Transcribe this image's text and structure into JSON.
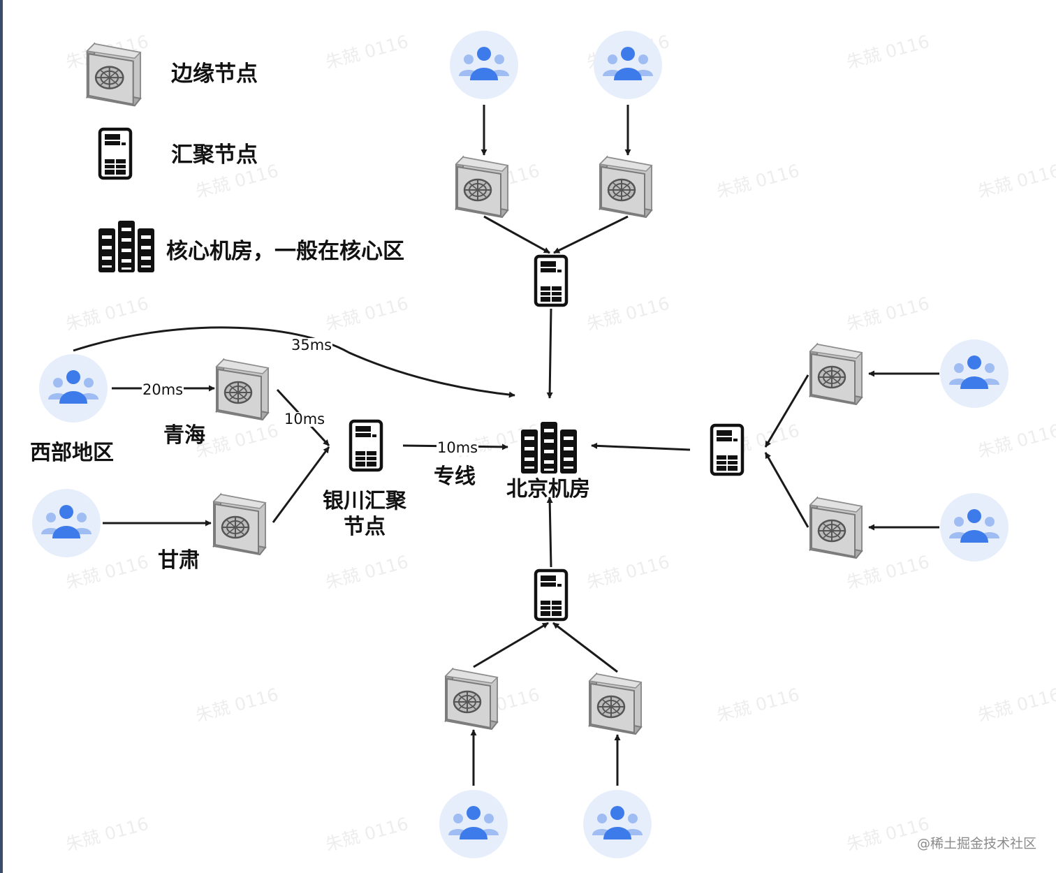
{
  "legend": {
    "edge_node": "边缘节点",
    "aggregation_node": "汇聚节点",
    "core_room": "核心机房，一般在核心区"
  },
  "labels": {
    "west_region": "西部地区",
    "qinghai": "青海",
    "gansu": "甘肃",
    "yinchuan_agg": "银川汇聚\n节点",
    "dedicated_line": "专线",
    "beijing_room": "北京机房"
  },
  "latencies": {
    "west_to_qinghai": "20ms",
    "qinghai_to_yinchuan": "10ms",
    "yinchuan_to_beijing": "10ms",
    "west_to_beijing": "35ms"
  },
  "watermark": "朱兢 0116",
  "credit": "@稀土掘金技术社区",
  "icons": {
    "users": "users-group-icon",
    "edge": "edge-server-icon",
    "agg": "aggregation-server-icon",
    "core": "core-datacenter-icon"
  },
  "colors": {
    "user_circle": "#e6eefb",
    "user_figure": "#3d7bea",
    "arrow": "#1a1a1a"
  }
}
